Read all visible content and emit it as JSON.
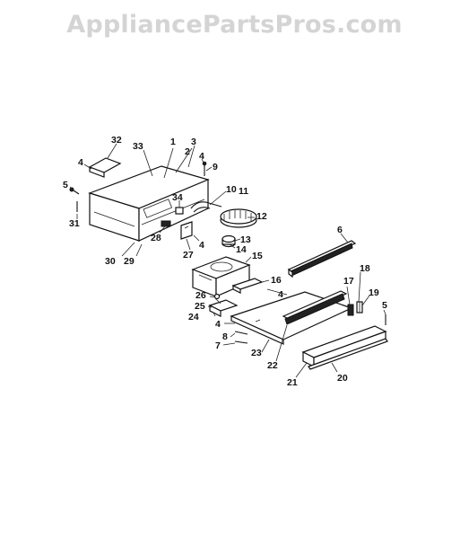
{
  "watermark": "AppliancePartsPros.com",
  "callouts": [
    {
      "id": "c32",
      "label": "32"
    },
    {
      "id": "c33",
      "label": "33"
    },
    {
      "id": "c1",
      "label": "1"
    },
    {
      "id": "c2",
      "label": "2"
    },
    {
      "id": "c3",
      "label": "3"
    },
    {
      "id": "c4a",
      "label": "4"
    },
    {
      "id": "c4b",
      "label": "4"
    },
    {
      "id": "c9",
      "label": "9"
    },
    {
      "id": "c5a",
      "label": "5"
    },
    {
      "id": "c31",
      "label": "31"
    },
    {
      "id": "c10",
      "label": "10"
    },
    {
      "id": "c11",
      "label": "11"
    },
    {
      "id": "c12",
      "label": "12"
    },
    {
      "id": "c34",
      "label": "34"
    },
    {
      "id": "c28",
      "label": "28"
    },
    {
      "id": "c27",
      "label": "27"
    },
    {
      "id": "c4c",
      "label": "4"
    },
    {
      "id": "c13",
      "label": "13"
    },
    {
      "id": "c14",
      "label": "14"
    },
    {
      "id": "c15",
      "label": "15"
    },
    {
      "id": "c30",
      "label": "30"
    },
    {
      "id": "c29",
      "label": "29"
    },
    {
      "id": "c6",
      "label": "6"
    },
    {
      "id": "c16",
      "label": "16"
    },
    {
      "id": "c4d",
      "label": "4"
    },
    {
      "id": "c18",
      "label": "18"
    },
    {
      "id": "c26",
      "label": "26"
    },
    {
      "id": "c25",
      "label": "25"
    },
    {
      "id": "c24",
      "label": "24"
    },
    {
      "id": "c17",
      "label": "17"
    },
    {
      "id": "c19",
      "label": "19"
    },
    {
      "id": "c5b",
      "label": "5"
    },
    {
      "id": "c4e",
      "label": "4"
    },
    {
      "id": "c8",
      "label": "8"
    },
    {
      "id": "c7",
      "label": "7"
    },
    {
      "id": "c23",
      "label": "23"
    },
    {
      "id": "c22",
      "label": "22"
    },
    {
      "id": "c21",
      "label": "21"
    },
    {
      "id": "c20",
      "label": "20"
    }
  ]
}
